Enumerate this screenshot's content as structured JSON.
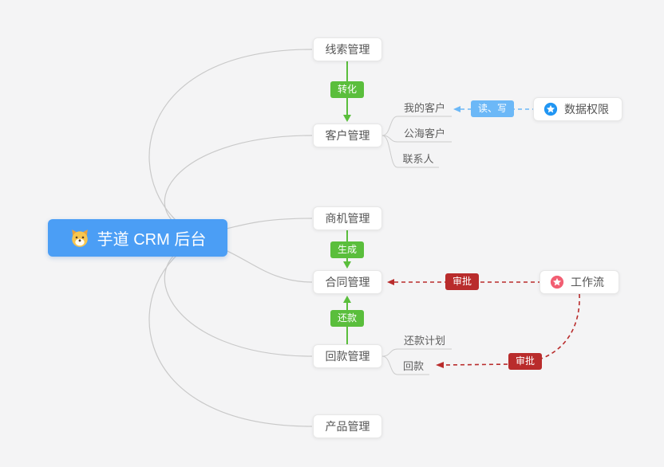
{
  "root": {
    "label": "芋道 CRM 后台"
  },
  "nodes": {
    "lead": {
      "label": "线索管理"
    },
    "customer": {
      "label": "客户管理"
    },
    "business": {
      "label": "商机管理"
    },
    "contract": {
      "label": "合同管理"
    },
    "receivable": {
      "label": "回款管理"
    },
    "product": {
      "label": "产品管理"
    },
    "data_permission": {
      "label": "数据权限"
    },
    "workflow": {
      "label": "工作流"
    }
  },
  "sub_items": {
    "customer": [
      "我的客户",
      "公海客户",
      "联系人"
    ],
    "receivable": [
      "还款计划",
      "回款"
    ]
  },
  "edge_labels": {
    "convert": "转化",
    "generate": "生成",
    "repay": "还款",
    "read_write": "读、写",
    "approve_contract": "审批",
    "approve_receivable": "审批"
  },
  "colors": {
    "canvas_bg": "#f4f4f5",
    "root_bg": "#4b9ef5",
    "green": "#5abe3c",
    "blue_label": "#6cb8f7",
    "red": "#b92c2c",
    "data_permission_icon": "#2196f3",
    "workflow_icon": "#f25f73",
    "connector_gray": "#c9c9c9"
  }
}
